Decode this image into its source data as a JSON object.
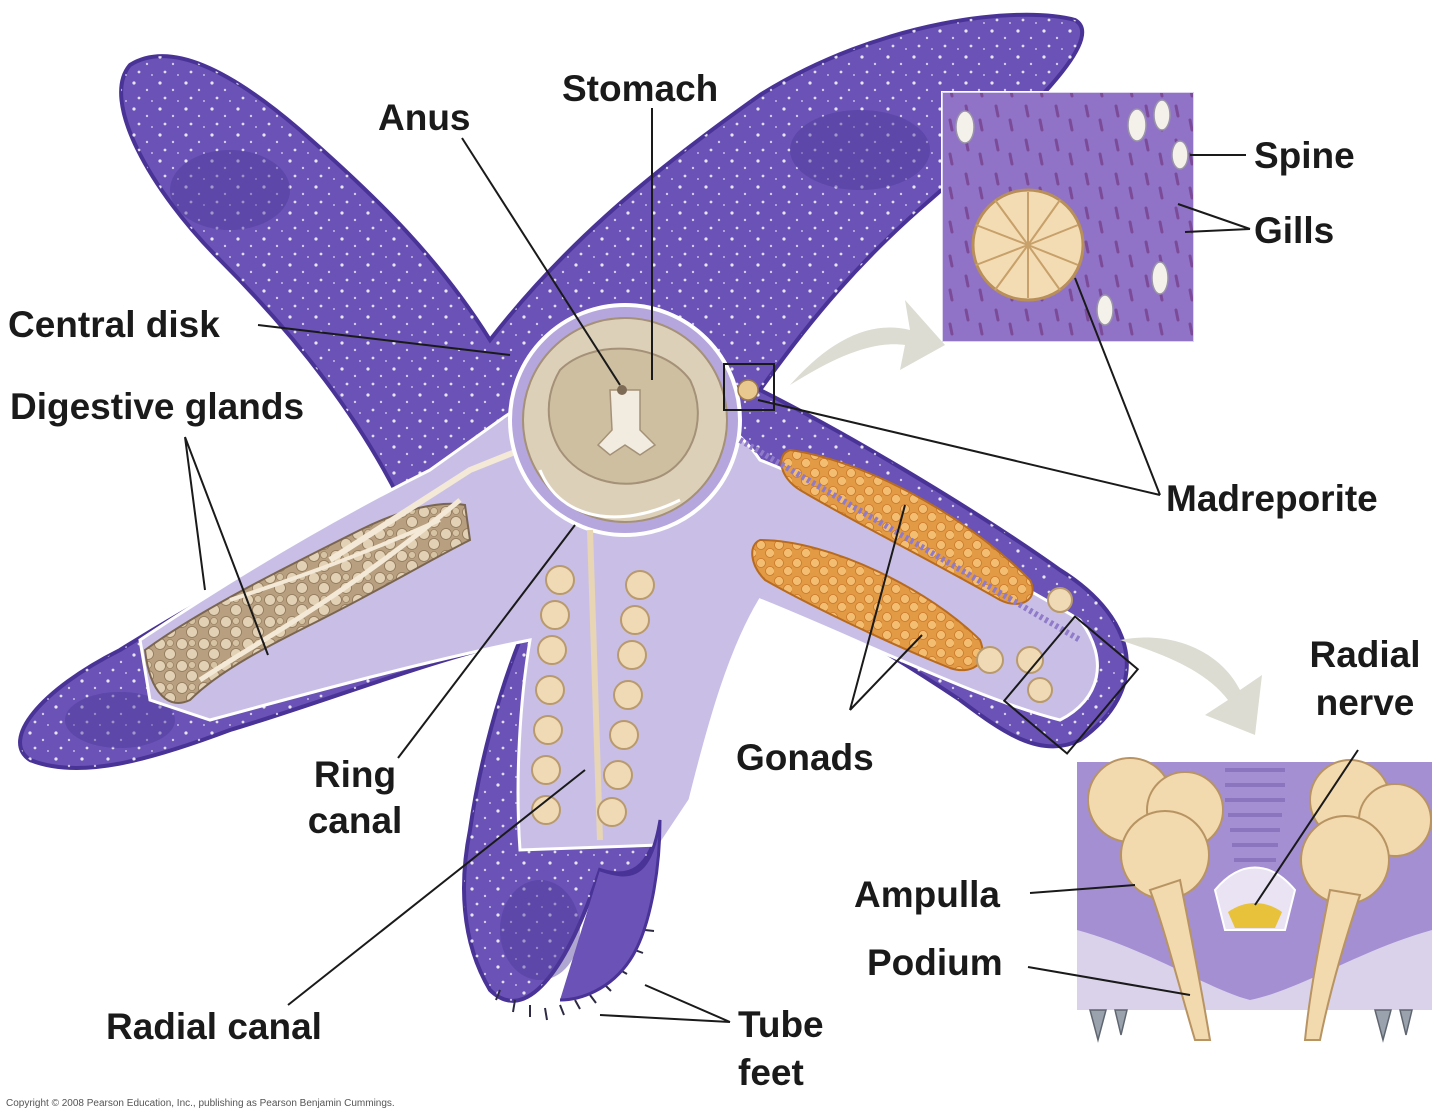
{
  "labels": {
    "anus": "Anus",
    "stomach": "Stomach",
    "spine": "Spine",
    "gills": "Gills",
    "central_disk": "Central disk",
    "digestive_glands": "Digestive glands",
    "madreporite": "Madreporite",
    "radial_nerve_1": "Radial",
    "radial_nerve_2": "nerve",
    "ring_canal_1": "Ring",
    "ring_canal_2": "canal",
    "gonads": "Gonads",
    "ampulla": "Ampulla",
    "podium": "Podium",
    "radial_canal": "Radial canal",
    "tube_feet_1": "Tube",
    "tube_feet_2": "feet"
  },
  "copyright": "Copyright © 2008 Pearson Education, Inc., publishing as Pearson Benjamin Cummings.",
  "colors": {
    "body": "#6a52b6",
    "body_dark": "#4a3396",
    "canal": "#c9bfe6",
    "gland": "#d8c6a8",
    "gonad": "#e8a552",
    "ampulla": "#f0d9b5",
    "nerve": "#e8c23a"
  }
}
